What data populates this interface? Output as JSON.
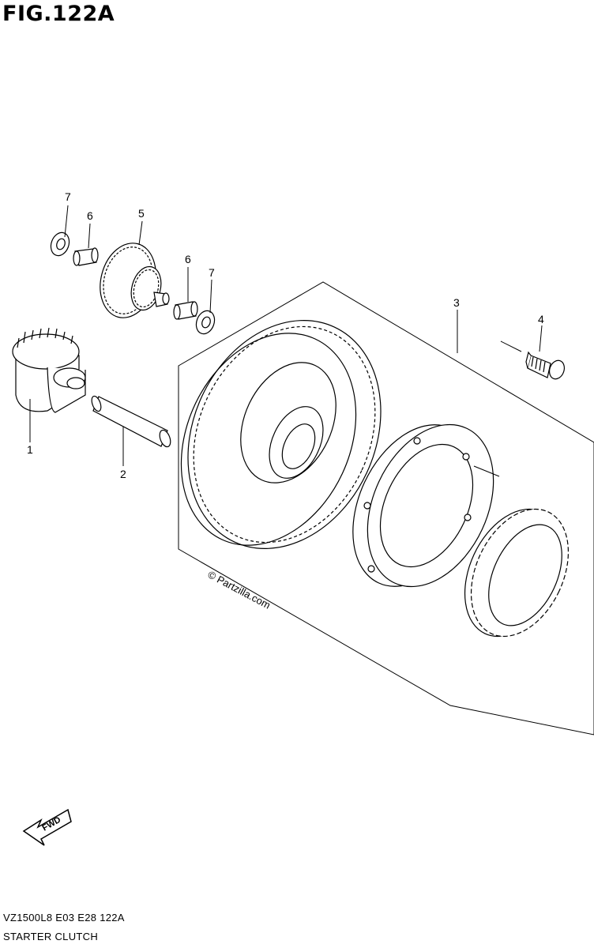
{
  "figure": {
    "title": "FIG.122A",
    "footer_code": "VZ1500L8  E03  E28  122A",
    "footer_name": "STARTER CLUTCH",
    "watermark": "© Partzilla.com",
    "fwd_label": "FWD"
  },
  "callouts": [
    {
      "id": "callout-1",
      "label": "1"
    },
    {
      "id": "callout-2",
      "label": "2"
    },
    {
      "id": "callout-3",
      "label": "3"
    },
    {
      "id": "callout-4",
      "label": "4"
    },
    {
      "id": "callout-5",
      "label": "5"
    },
    {
      "id": "callout-6a",
      "label": "6"
    },
    {
      "id": "callout-6b",
      "label": "6"
    },
    {
      "id": "callout-7a",
      "label": "7"
    },
    {
      "id": "callout-7b",
      "label": "7"
    }
  ],
  "colors": {
    "line": "#000000",
    "background": "#ffffff"
  }
}
